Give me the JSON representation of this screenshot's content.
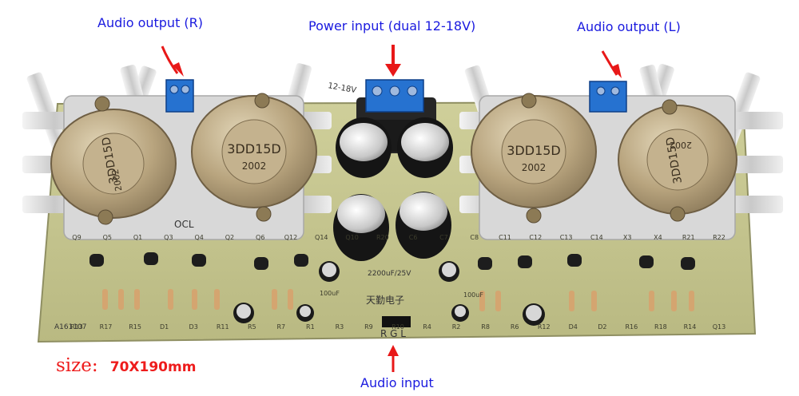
{
  "annotations": {
    "audio_output_right": "Audio output (R)",
    "power_input": "Power input (dual 12-18V)",
    "audio_output_left": "Audio output (L)",
    "audio_input": "Audio input",
    "size_label": "size:",
    "size_value": "70X190mm"
  },
  "board": {
    "transistor_markings": [
      "3DD15D",
      "3DD15D",
      "3DD15D",
      "3DD15D"
    ],
    "transistor_date_codes": [
      "2002",
      "2002",
      "2002",
      "2002"
    ],
    "silkscreen_voltage": "12-18V",
    "silkscreen_ocl": "OCL",
    "silkscreen_brand": "天勤电子",
    "silkscreen_model": "A161107",
    "input_pins": "R G L",
    "capacitor_label": "2200uF/25V",
    "small_cap_label": "100uF",
    "ref_labels": [
      "R13",
      "R17",
      "R15",
      "D1",
      "D3",
      "R11",
      "R5",
      "R7",
      "R1",
      "R3",
      "R9",
      "R10",
      "R4",
      "R2",
      "R8",
      "R6",
      "R12",
      "D4",
      "D2",
      "R16",
      "R18",
      "R14",
      "Q13",
      "Q9",
      "Q5",
      "Q1",
      "Q3",
      "Q4",
      "Q2",
      "Q6",
      "Q12",
      "Q14",
      "Q10",
      "R20",
      "C6",
      "C7",
      "C8",
      "C11",
      "C12",
      "C13",
      "C14",
      "X3",
      "X4",
      "R21",
      "R22"
    ]
  },
  "colors": {
    "annotation_text": "#1a1adf",
    "arrow_red": "#e81818",
    "size_red": "#ee1c1c",
    "pcb_green": "#c6c690",
    "terminal_blue": "#2672d0",
    "heatsink_silver": "#dcdcdc",
    "transistor_gold": "#b9a98a"
  }
}
